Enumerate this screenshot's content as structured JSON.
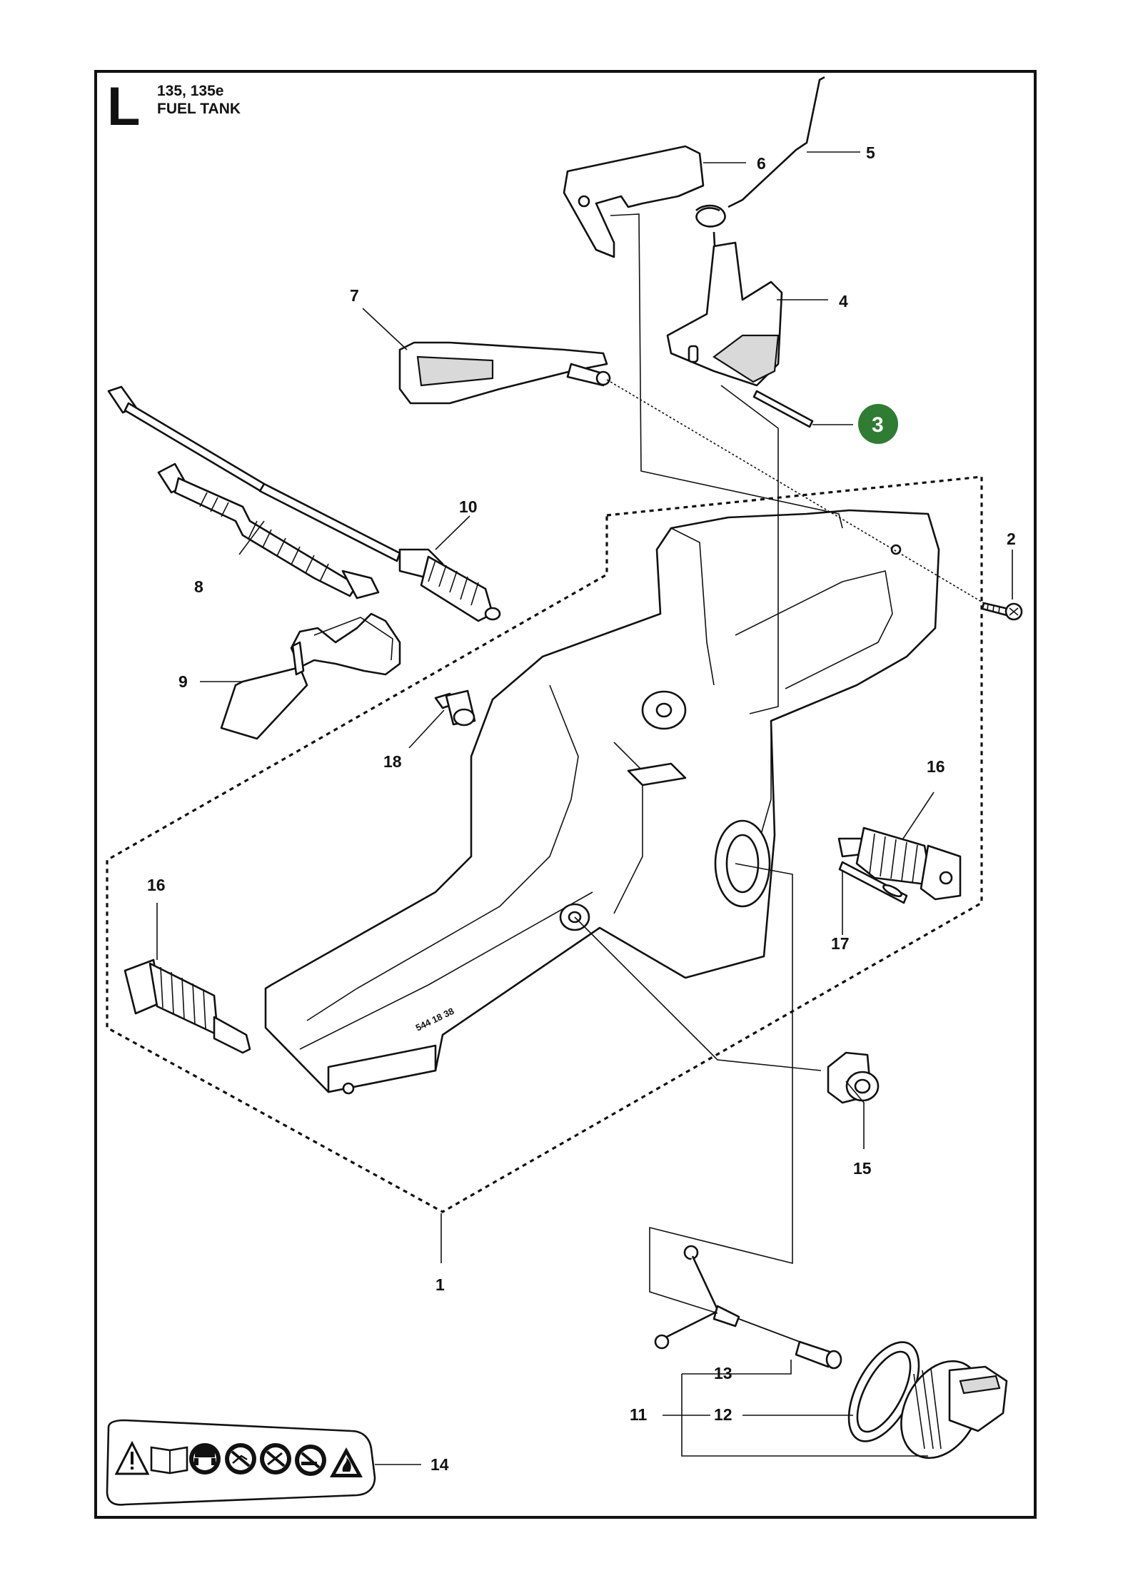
{
  "header": {
    "section_letter": "L",
    "model": "135, 135e",
    "title": "FUEL TANK"
  },
  "callouts": [
    {
      "id": "c1",
      "label": "1"
    },
    {
      "id": "c2",
      "label": "2"
    },
    {
      "id": "c3",
      "label": "3",
      "style": "green-circle"
    },
    {
      "id": "c4",
      "label": "4"
    },
    {
      "id": "c5",
      "label": "5"
    },
    {
      "id": "c6",
      "label": "6"
    },
    {
      "id": "c7",
      "label": "7"
    },
    {
      "id": "c8",
      "label": "8"
    },
    {
      "id": "c9",
      "label": "9"
    },
    {
      "id": "c10",
      "label": "10"
    },
    {
      "id": "c11",
      "label": "11"
    },
    {
      "id": "c12",
      "label": "12"
    },
    {
      "id": "c13",
      "label": "13"
    },
    {
      "id": "c14",
      "label": "14"
    },
    {
      "id": "c15",
      "label": "15"
    },
    {
      "id": "c16a",
      "label": "16"
    },
    {
      "id": "c16b",
      "label": "16"
    },
    {
      "id": "c17",
      "label": "17"
    },
    {
      "id": "c18",
      "label": "18"
    }
  ],
  "tank_marking": "544 18 38",
  "colors": {
    "highlight_circle": "#2e7d32",
    "line": "#111111",
    "background": "#ffffff"
  },
  "warning_label_icons": [
    "warning-triangle-icon",
    "manual-book-icon",
    "hearing-protection-icon",
    "no-one-hand-icon",
    "no-kickback-icon",
    "no-smoking-icon",
    "fire-hazard-icon"
  ]
}
